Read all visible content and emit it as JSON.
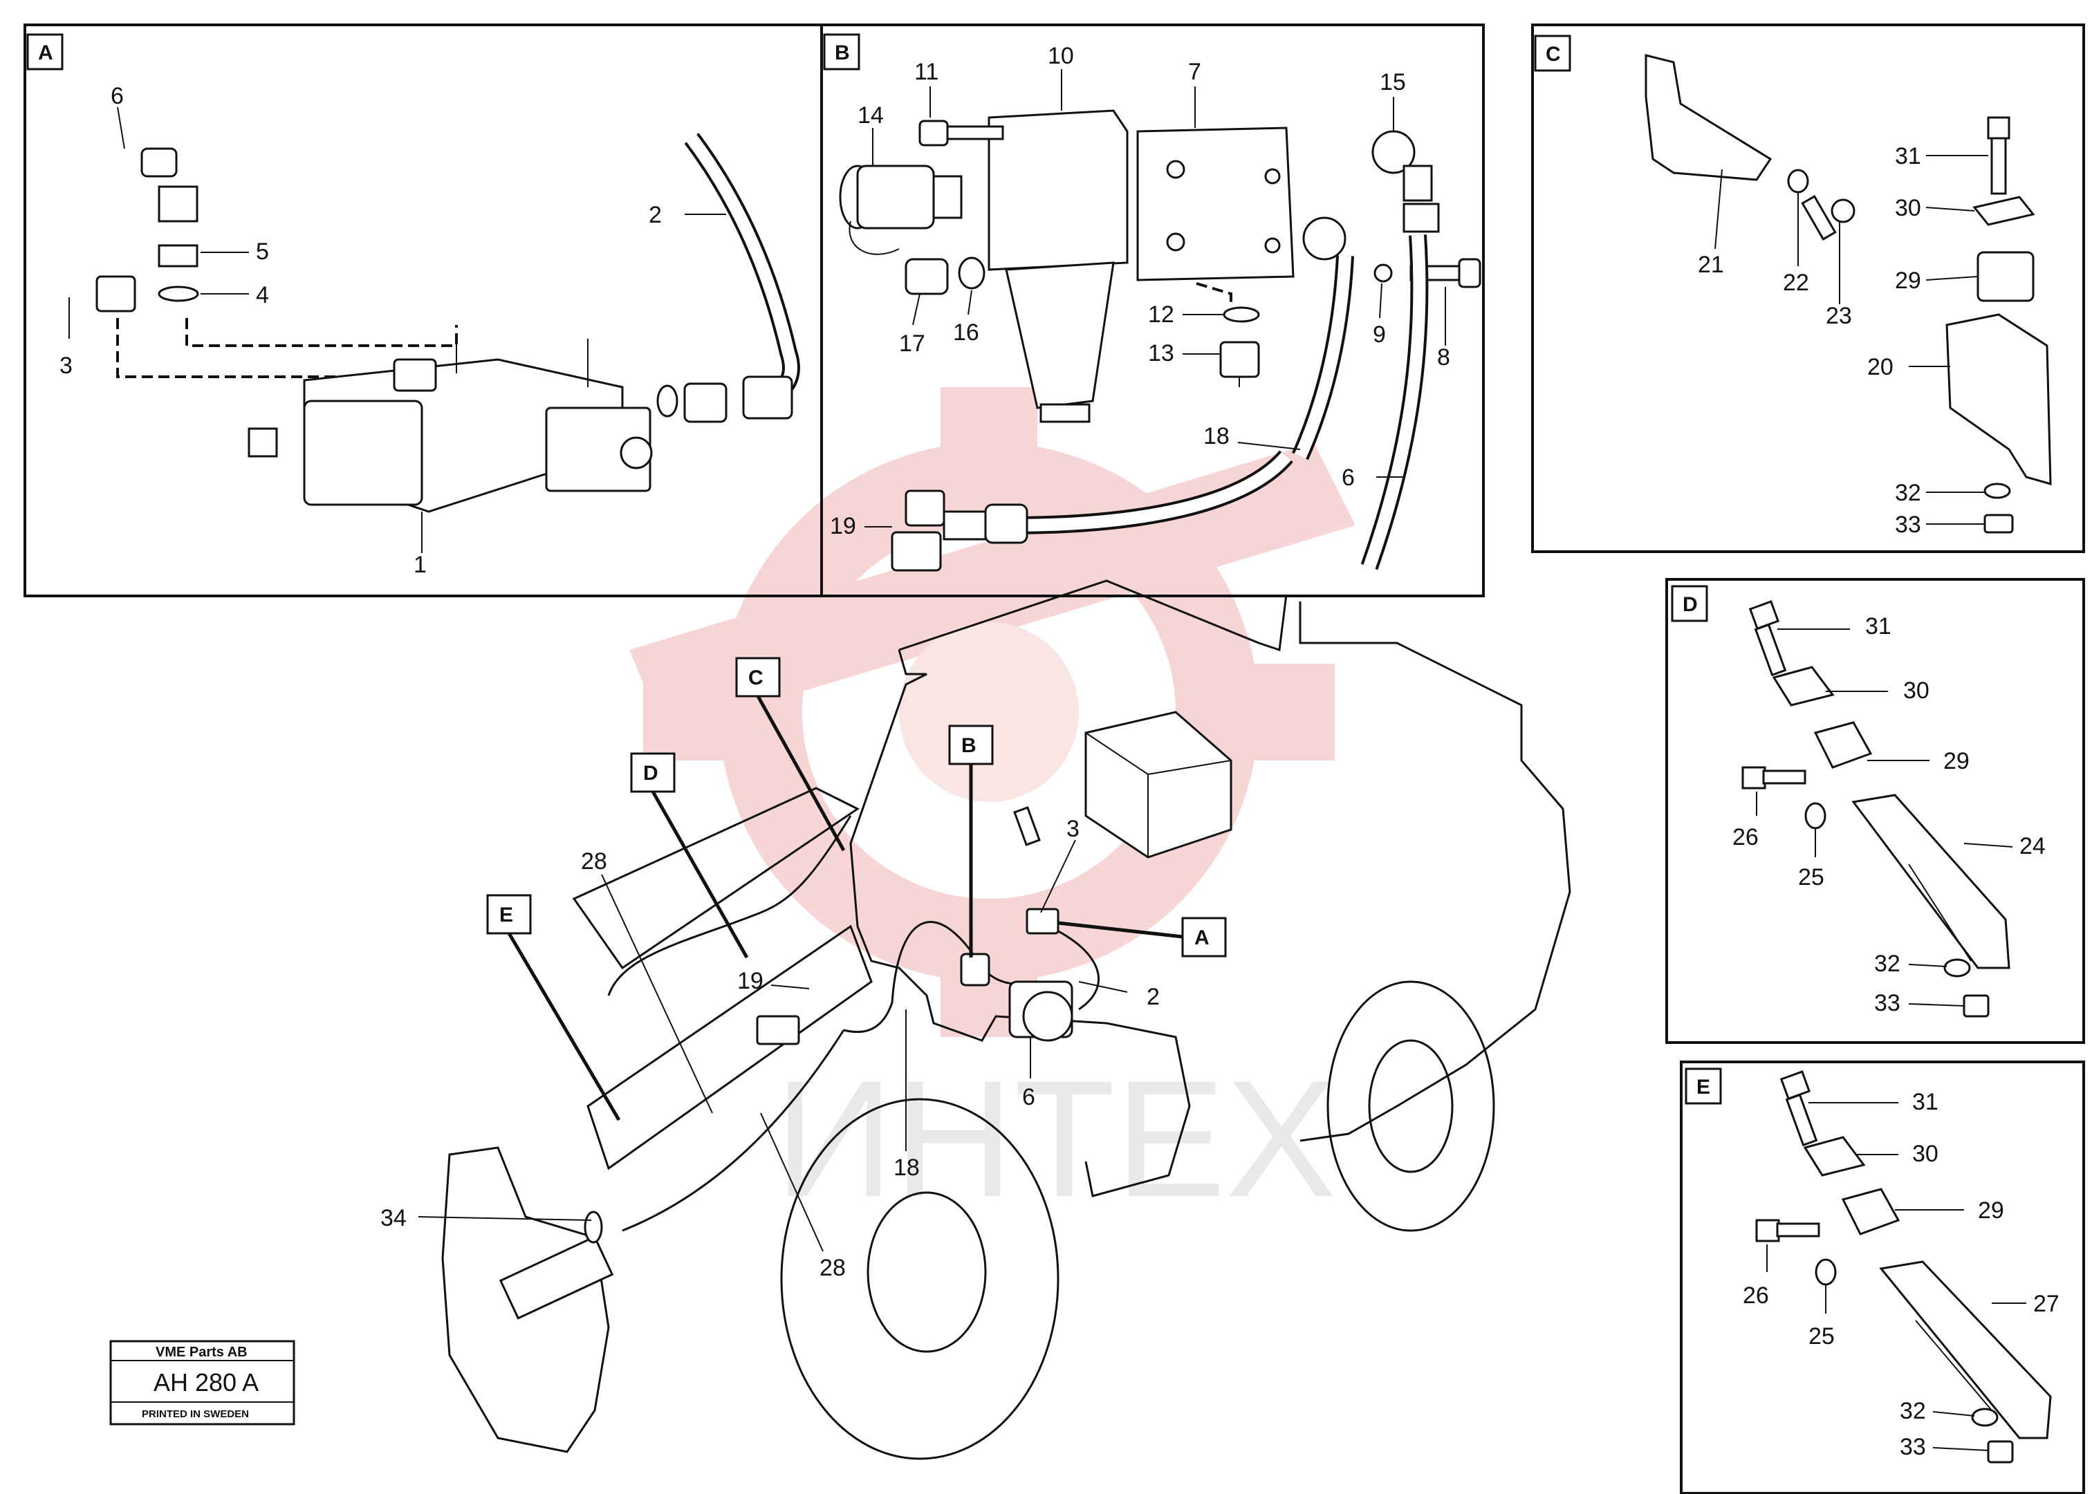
{
  "watermark": {
    "text": "ИНТЕХ",
    "logo_color": "#f2b4b4"
  },
  "panels": {
    "A": {
      "letter": "A",
      "labels": [
        "6",
        "5",
        "4",
        "3",
        "2",
        "1"
      ]
    },
    "B": {
      "letter": "B",
      "labels": [
        "11",
        "10",
        "7",
        "15",
        "14",
        "17",
        "16",
        "12",
        "13",
        "9",
        "8",
        "18",
        "6",
        "19"
      ]
    },
    "C": {
      "letter": "C",
      "labels": [
        "31",
        "30",
        "29",
        "21",
        "22",
        "23",
        "20",
        "32",
        "33"
      ]
    },
    "D": {
      "letter": "D",
      "labels": [
        "31",
        "30",
        "29",
        "26",
        "25",
        "24",
        "32",
        "33"
      ]
    },
    "E": {
      "letter": "E",
      "labels": [
        "31",
        "30",
        "29",
        "26",
        "25",
        "27",
        "32",
        "33"
      ]
    }
  },
  "machine": {
    "callouts": [
      "C",
      "B",
      "D",
      "E",
      "A"
    ],
    "labels": [
      "28",
      "3",
      "19",
      "2",
      "18",
      "6",
      "34",
      "28"
    ]
  },
  "stamp": {
    "company": "VME Parts AB",
    "code": "AH 280 A",
    "printed": "PRINTED IN SWEDEN"
  }
}
